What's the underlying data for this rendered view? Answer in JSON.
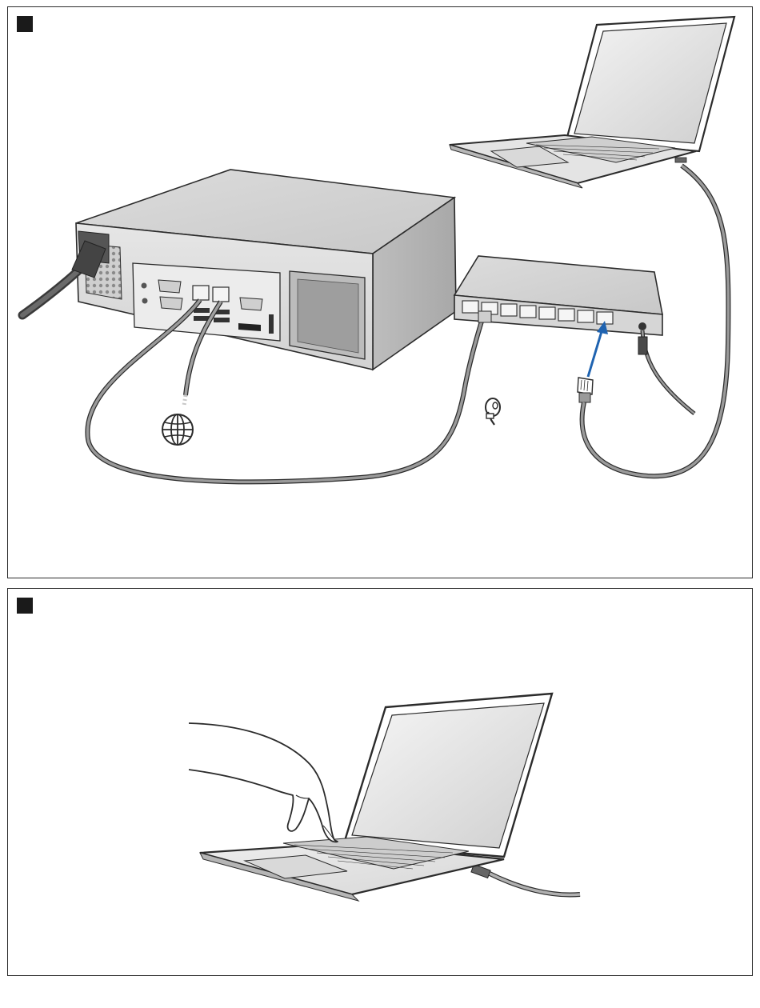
{
  "panels": [
    {
      "step_marker": "",
      "devices": [
        "desktop-computer",
        "network-switch",
        "laptop"
      ],
      "icons": [
        "globe-icon",
        "lock-key-icon",
        "arrow-icon"
      ],
      "colors": {
        "line": "#2b2b2b",
        "cable": "#8c8c8c",
        "arrow": "#1f63b0",
        "body": "#d4d4d4"
      }
    },
    {
      "step_marker": "",
      "devices": [
        "laptop",
        "hand"
      ],
      "icons": [],
      "colors": {
        "line": "#2b2b2b",
        "cable": "#9a9a9a"
      }
    }
  ]
}
